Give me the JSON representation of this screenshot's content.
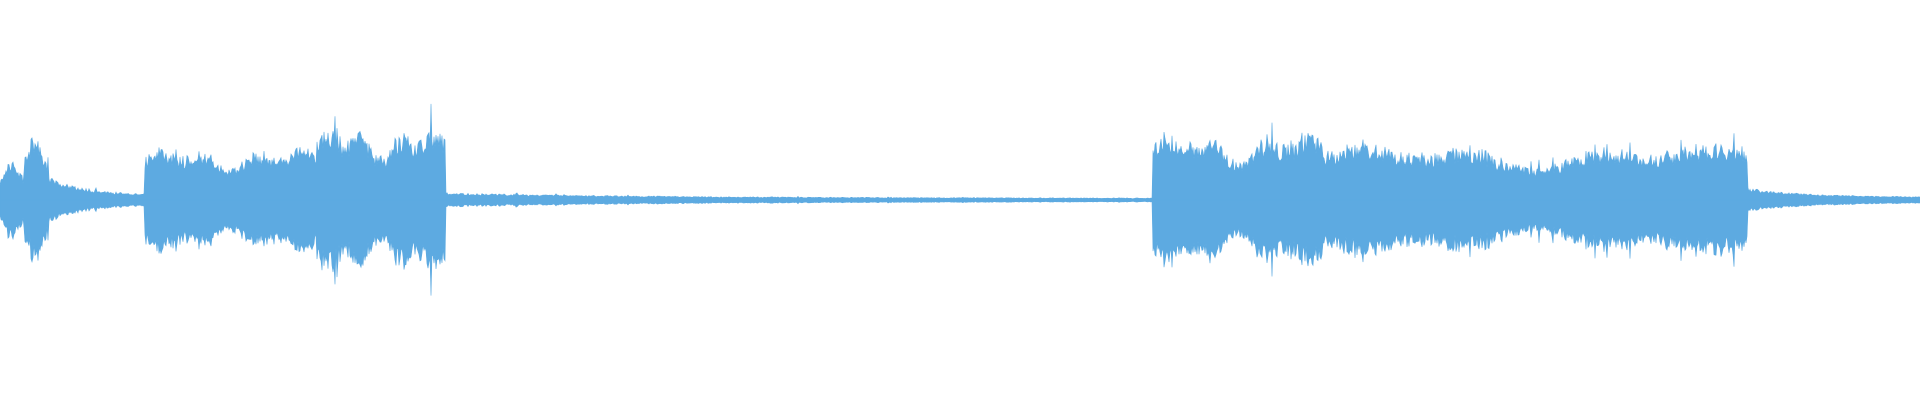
{
  "waveform": {
    "color": "#5DAAE1",
    "background": "#FFFFFF",
    "segments": [
      {
        "kind": "burst",
        "start": 0.0,
        "end": 0.012,
        "peak": 0.17
      },
      {
        "kind": "burst",
        "start": 0.012,
        "end": 0.025,
        "peak": 0.27
      },
      {
        "kind": "decay",
        "start": 0.025,
        "end": 0.075,
        "peak": 0.1
      },
      {
        "kind": "sustain",
        "start": 0.075,
        "end": 0.165,
        "peak": 0.24
      },
      {
        "kind": "sustain",
        "start": 0.165,
        "end": 0.232,
        "peak": 0.33
      },
      {
        "kind": "decay",
        "start": 0.232,
        "end": 0.6,
        "peak": 0.03
      },
      {
        "kind": "sustain",
        "start": 0.6,
        "end": 0.69,
        "peak": 0.3
      },
      {
        "kind": "sustain",
        "start": 0.69,
        "end": 0.91,
        "peak": 0.25
      },
      {
        "kind": "decay",
        "start": 0.91,
        "end": 1.0,
        "peak": 0.05
      }
    ]
  }
}
